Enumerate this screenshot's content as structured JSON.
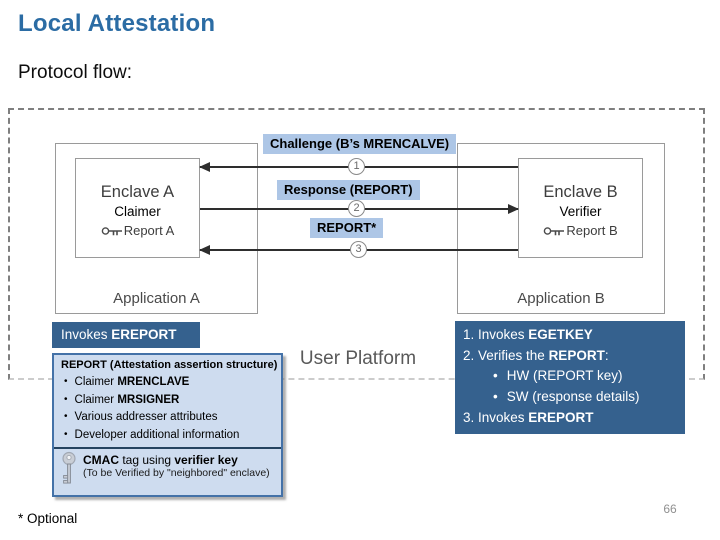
{
  "slide": {
    "title": "Local Attestation",
    "subtitle": "Protocol flow:",
    "footnote": "* Optional",
    "page_number": "66"
  },
  "diagram": {
    "application_a": {
      "label": "Application A"
    },
    "application_b": {
      "label": "Application B"
    },
    "enclave_a": {
      "name": "Enclave A",
      "role": "Claimer",
      "report": "Report A"
    },
    "enclave_b": {
      "name": "Enclave B",
      "role": "Verifier",
      "report": "Report B"
    },
    "user_platform_label": "User Platform",
    "messages": [
      {
        "step": "1",
        "label": "Challenge (B’s MRENCALVE)",
        "direction": "left"
      },
      {
        "step": "2",
        "label": "Response (REPORT)",
        "direction": "right"
      },
      {
        "step": "3",
        "label": "REPORT*",
        "direction": "left"
      }
    ]
  },
  "claimer_panel": {
    "header_normal": "Invokes ",
    "header_bold": "EREPORT",
    "report_box": {
      "title_bold": "REPORT",
      "title_rest": " (Attestation assertion structure)",
      "bullet1_pre": "Claimer ",
      "bullet1_bold": "MRENCLAVE",
      "bullet2_pre": "Claimer ",
      "bullet2_bold": "MRSIGNER",
      "bullet3": "Various addresser attributes",
      "bullet4": "Developer additional information",
      "cmac_bold1": "CMAC",
      "cmac_mid": " tag using ",
      "cmac_bold2": "verifier key",
      "cmac_note": "(To be Verified by \"neighbored\" enclave)"
    }
  },
  "verifier_panel": {
    "line1_pre": "1. Invokes ",
    "line1_bold": "EGETKEY",
    "line2_pre": "2. Verifies the ",
    "line2_bold": "REPORT",
    "line2_post": ":",
    "sub_bullet_char": "•",
    "bullet1": "HW (REPORT key)",
    "bullet2": "SW (response details)",
    "line3_pre": "3. Invokes ",
    "line3_bold": "EREPORT"
  },
  "colors": {
    "title_blue": "#2B6CA4",
    "message_highlight": "#ADC6E6",
    "panel_blue": "#35618E",
    "report_box_fill": "#CEDCEF",
    "report_box_border": "#4472A8"
  }
}
